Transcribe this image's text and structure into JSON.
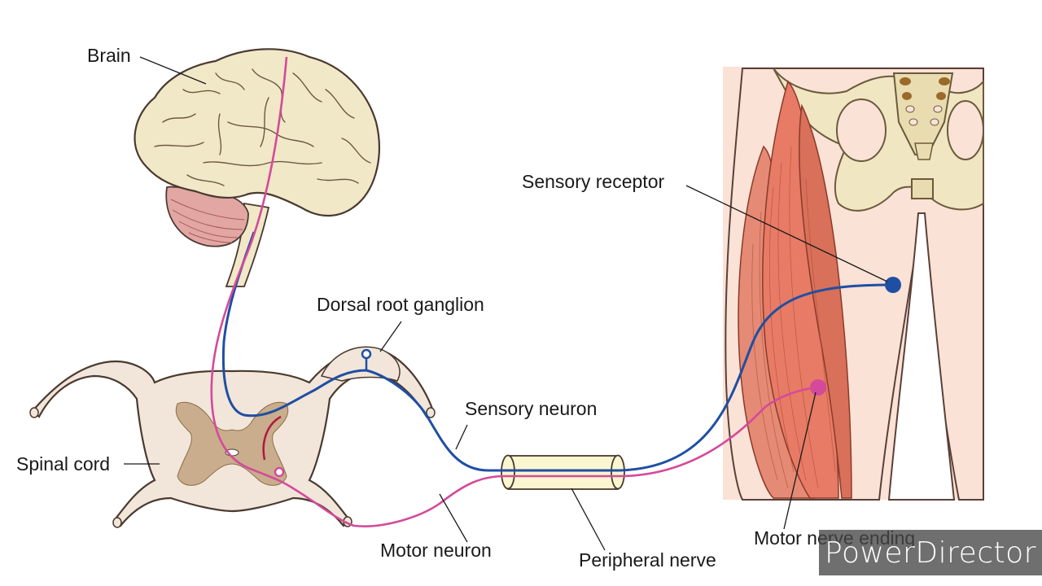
{
  "labels": {
    "brain": "Brain",
    "dorsal_root_ganglion": "Dorsal root ganglion",
    "spinal_cord": "Spinal cord",
    "sensory_neuron": "Sensory neuron",
    "motor_neuron": "Motor neuron",
    "peripheral_nerve": "Peripheral nerve",
    "sensory_receptor": "Sensory receptor",
    "motor_nerve_ending": "Motor nerve ending"
  },
  "watermark": "PowerDirector",
  "colors": {
    "sensory_pathway": "#1f4fa3",
    "motor_pathway": "#d44a9a",
    "brain_fill": "#f1e8c8",
    "cerebellum_fill": "#e2a6a3",
    "spinal_cord_fill": "#f2e6da",
    "grey_matter": "#c9ad8c",
    "muscle": "#e58a74",
    "skin": "#fbe2d7",
    "bone": "#f0e6c2",
    "nerve_tube": "#fbf6cf"
  }
}
